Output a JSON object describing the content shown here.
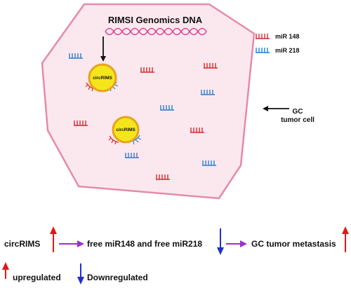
{
  "title": "RIMSI Genomics DNA",
  "legend": {
    "items": [
      {
        "label": "miR 148",
        "color": "#d42a2a",
        "icon": "mirna-comb-icon"
      },
      {
        "label": "miR 218",
        "color": "#2a7fd4",
        "icon": "mirna-comb-icon"
      }
    ]
  },
  "cell_label": {
    "line1": "GC",
    "line2": "tumor cell"
  },
  "circ_label": "circRIMS",
  "flow": {
    "step1": "circRIMS",
    "step2": "free miR148 and free miR218",
    "step3": "GC tumor metastasis"
  },
  "key": {
    "up": "upregulated",
    "down": "Downregulated"
  },
  "colors": {
    "cell_fill": "#fbe8ee",
    "cell_border": "#e68aac",
    "dna": "#d6308a",
    "circ_fill": "#f5e61c",
    "circ_border": "#e8a31c",
    "up_arrow": "#e01818",
    "down_arrow": "#1f32c8",
    "flow_arrow": "#9a30d6"
  }
}
